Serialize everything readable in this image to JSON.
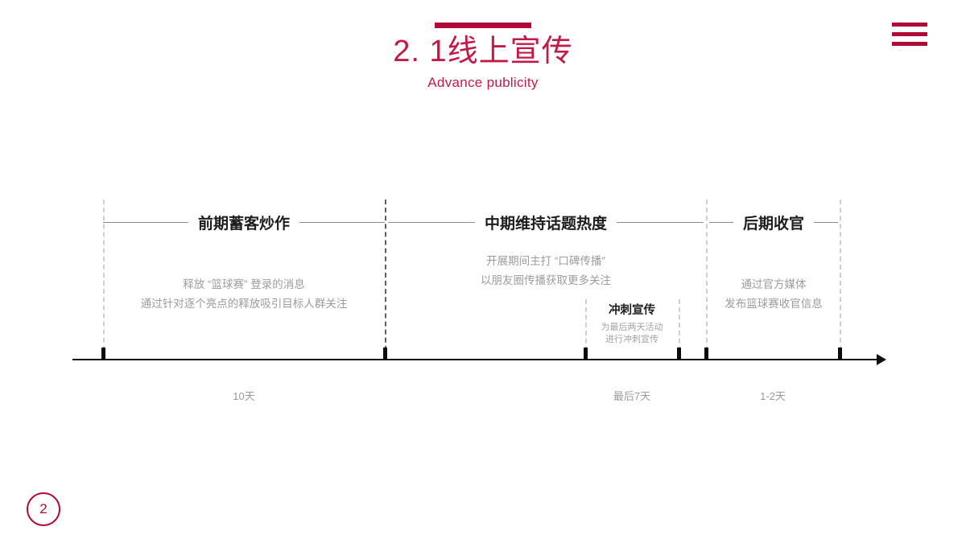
{
  "header": {
    "title": "2. 1线上宣传",
    "subtitle": "Advance publicity",
    "accent_color": "#b00a36",
    "menu_icon": "hamburger-icon"
  },
  "timeline": {
    "axis": {
      "label": "timeline-axis",
      "arrow": "right-arrow"
    },
    "sections": [
      {
        "id": "early",
        "title": "前期蓄客炒作",
        "body": [
          "释放 “篮球赛” 登录的消息",
          "通过针对逐个亮点的释放吸引目标人群关注"
        ]
      },
      {
        "id": "mid",
        "title": "中期维持话题热度",
        "body": [
          "开展期间主打 “口碑传播”",
          "以朋友圈传播获取更多关注"
        ]
      },
      {
        "id": "late",
        "title": "后期收官",
        "body": [
          "通过官方媒体",
          "发布篮球赛收官信息"
        ]
      }
    ],
    "sprint": {
      "title": "冲刺宣传",
      "body": [
        "为最后两天活动",
        "进行冲刺宣传"
      ]
    },
    "durations": [
      {
        "id": "early",
        "label": "10天"
      },
      {
        "id": "sprint",
        "label": "最后7天"
      },
      {
        "id": "late",
        "label": "1-2天"
      }
    ]
  },
  "footer": {
    "page_number": "2"
  }
}
